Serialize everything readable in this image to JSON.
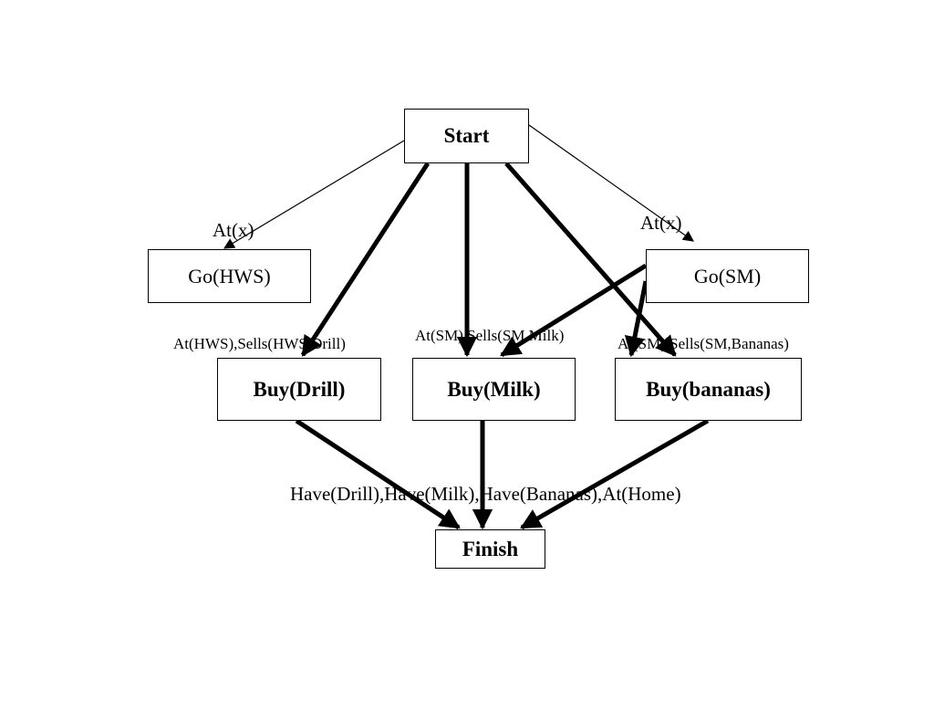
{
  "nodes": {
    "start": "Start",
    "go_hws": "Go(HWS)",
    "go_sm": "Go(SM)",
    "buy_drill": "Buy(Drill)",
    "buy_milk": "Buy(Milk)",
    "buy_bananas": "Buy(bananas)",
    "finish": "Finish"
  },
  "labels": {
    "at_x_left": "At(x)",
    "at_x_right": "At(x)",
    "pre_drill": "At(HWS),Sells(HWS,Drill)",
    "pre_milk": "At(SM),Sells(SM,Milk)",
    "pre_bananas": "At(SM),Sells(SM,Bananas)",
    "pre_finish": "Have(Drill),Have(Milk),Have(Bananas),At(Home)"
  },
  "colors": {
    "line": "#000000",
    "background": "#ffffff"
  }
}
